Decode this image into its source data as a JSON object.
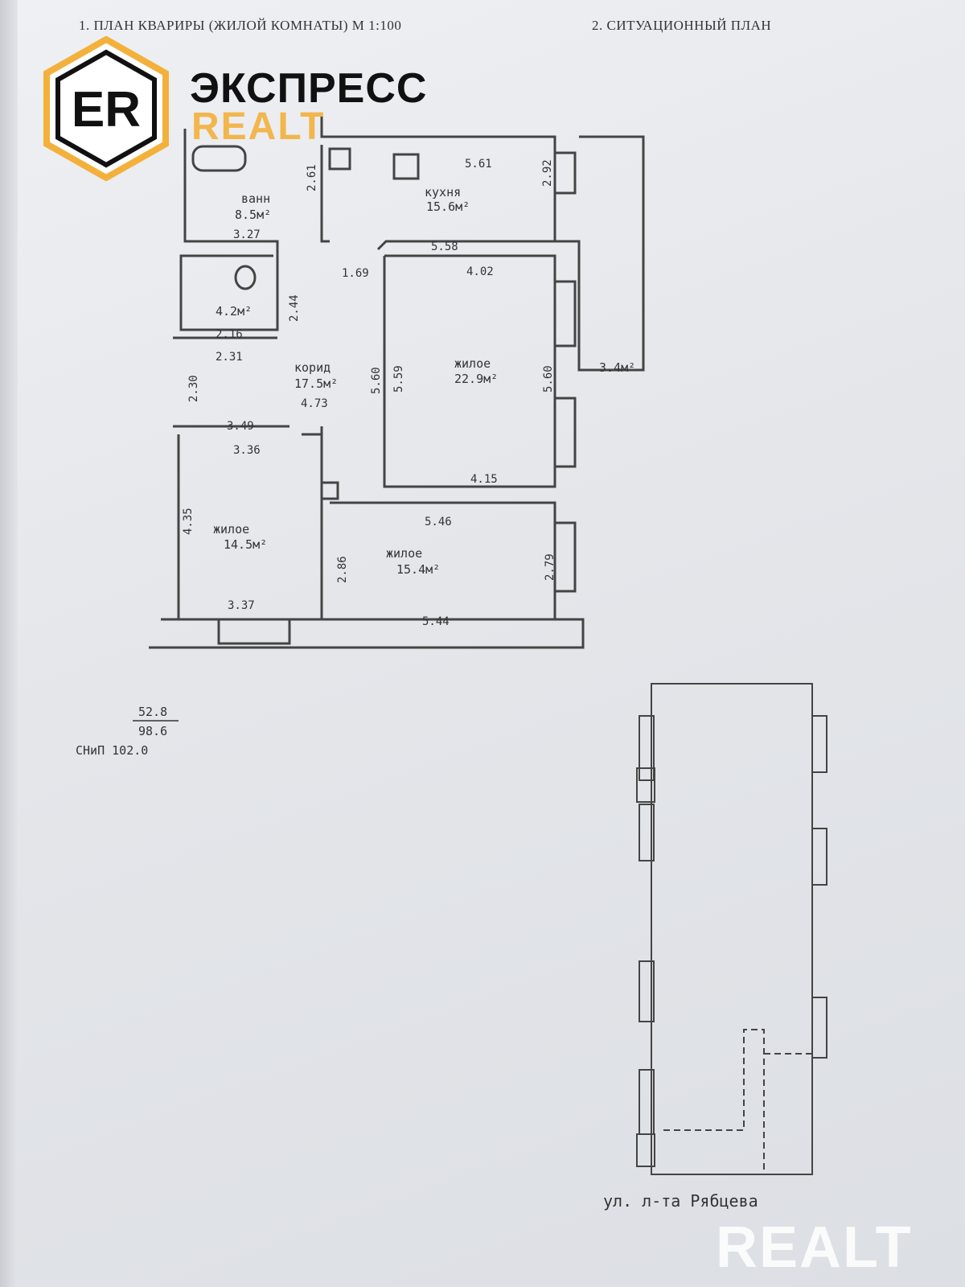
{
  "header": {
    "left": "1. ПЛАН КВАРИРЫ (ЖИЛОЙ КОМНАТЫ) М 1:100",
    "right": "2. СИТУАЦИОННЫЙ ПЛАН"
  },
  "logo": {
    "mark": "ER",
    "line1": "ЭКСПРЕСС",
    "line2": "REALT",
    "accent": "#f3b13c"
  },
  "rooms": {
    "bath": {
      "name": "ванн",
      "area": "8.5м²"
    },
    "kitchen": {
      "name": "кухня",
      "area": "15.6м²"
    },
    "wc": {
      "area": "4.2м²"
    },
    "hall": {
      "name": "корид",
      "area": "17.5м²"
    },
    "living1": {
      "name": "жилое",
      "area": "22.9м²"
    },
    "living2": {
      "name": "жилое",
      "area": "14.5м²"
    },
    "living3": {
      "name": "жилое",
      "area": "15.4м²"
    },
    "balcony": {
      "area": "3.4м²"
    }
  },
  "dims": {
    "k_top": "5.61",
    "k_right": "2.92",
    "bath_right": "2.61",
    "bath_bottom": "3.27",
    "k_bottom": "5.58",
    "door": "1.69",
    "l1_top": "4.02",
    "wc_right": "2.44",
    "wc_bottom": "2.16",
    "hall_top": "2.31",
    "hall_left": "2.30",
    "hall_right": "5.60",
    "l1_left": "5.59",
    "hall_len": "4.73",
    "l1_right": "5.60",
    "hall_bottom": "3.49",
    "l2_top": "3.36",
    "l1_bottom": "4.15",
    "l3_top": "5.46",
    "l2_left": "4.35",
    "l3_left": "2.86",
    "l3_right": "2.79",
    "l2_bottom": "3.37",
    "l3_bottom": "5.44"
  },
  "totals": {
    "living": "52.8",
    "total": "98.6",
    "snip": "СНиП 102.0"
  },
  "site": {
    "street": "ул. л-та Рябцева"
  },
  "watermark": "REALT"
}
